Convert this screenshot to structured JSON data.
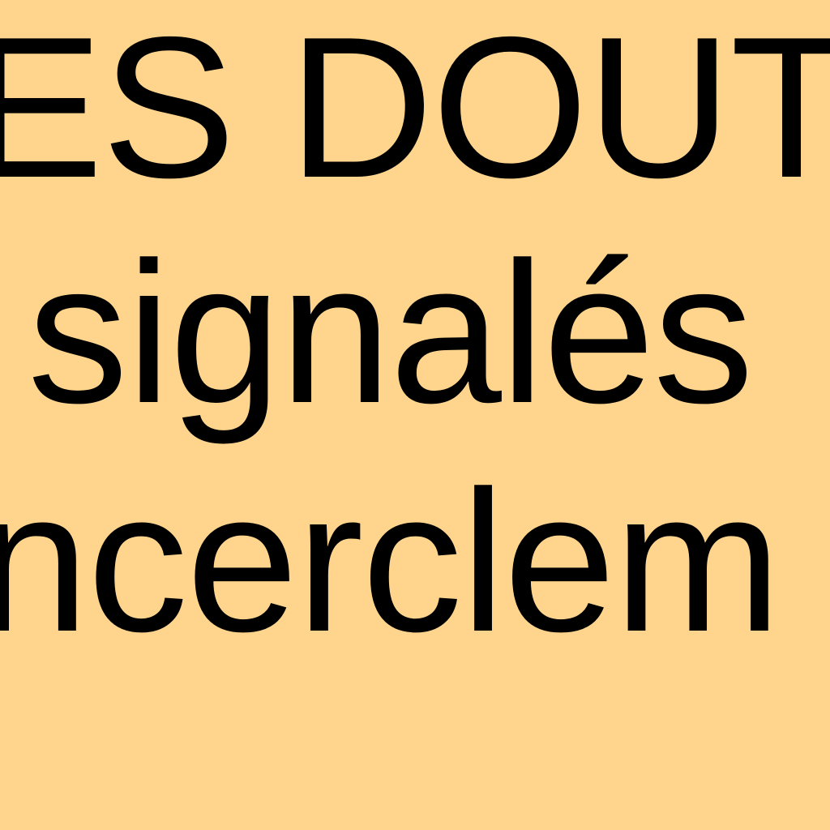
{
  "document": {
    "lines": [
      "ES DOUT",
      " signalés",
      "ncerclem"
    ],
    "colors": {
      "background": "#FFD58E",
      "text": "#000000"
    }
  }
}
